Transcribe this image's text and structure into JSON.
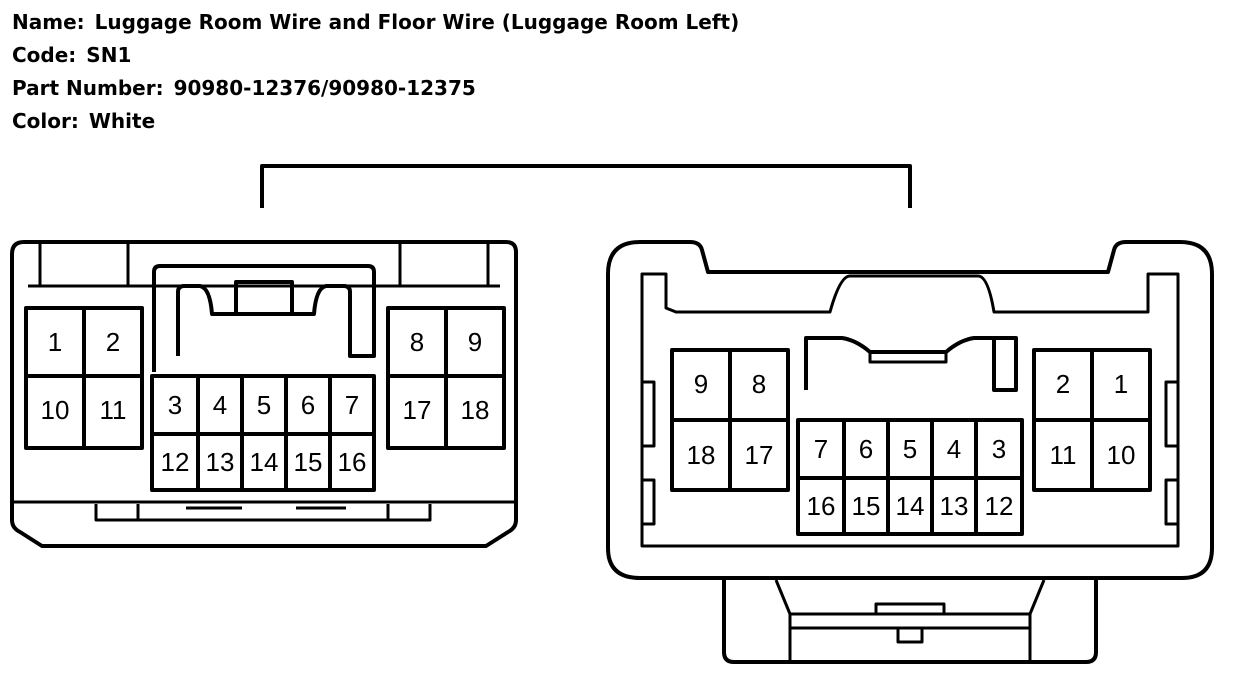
{
  "header": {
    "name_label": "Name:",
    "name_value": "Luggage Room Wire and Floor Wire (Luggage Room Left)",
    "code_label": "Code:",
    "code_value": "SN1",
    "part_label": "Part Number:",
    "part_value": "90980-12376/90980-12375",
    "color_label": "Color:",
    "color_value": "White"
  },
  "left_connector": {
    "pins": {
      "p1": "1",
      "p2": "2",
      "p10": "10",
      "p11": "11",
      "p3": "3",
      "p4": "4",
      "p5": "5",
      "p6": "6",
      "p7": "7",
      "p12": "12",
      "p13": "13",
      "p14": "14",
      "p15": "15",
      "p16": "16",
      "p8": "8",
      "p9": "9",
      "p17": "17",
      "p18": "18"
    }
  },
  "right_connector": {
    "pins": {
      "p9": "9",
      "p8": "8",
      "p18": "18",
      "p17": "17",
      "p7": "7",
      "p6": "6",
      "p5": "5",
      "p4": "4",
      "p3": "3",
      "p16": "16",
      "p15": "15",
      "p14": "14",
      "p13": "13",
      "p12": "12",
      "p2": "2",
      "p1": "1",
      "p11": "11",
      "p10": "10"
    }
  }
}
